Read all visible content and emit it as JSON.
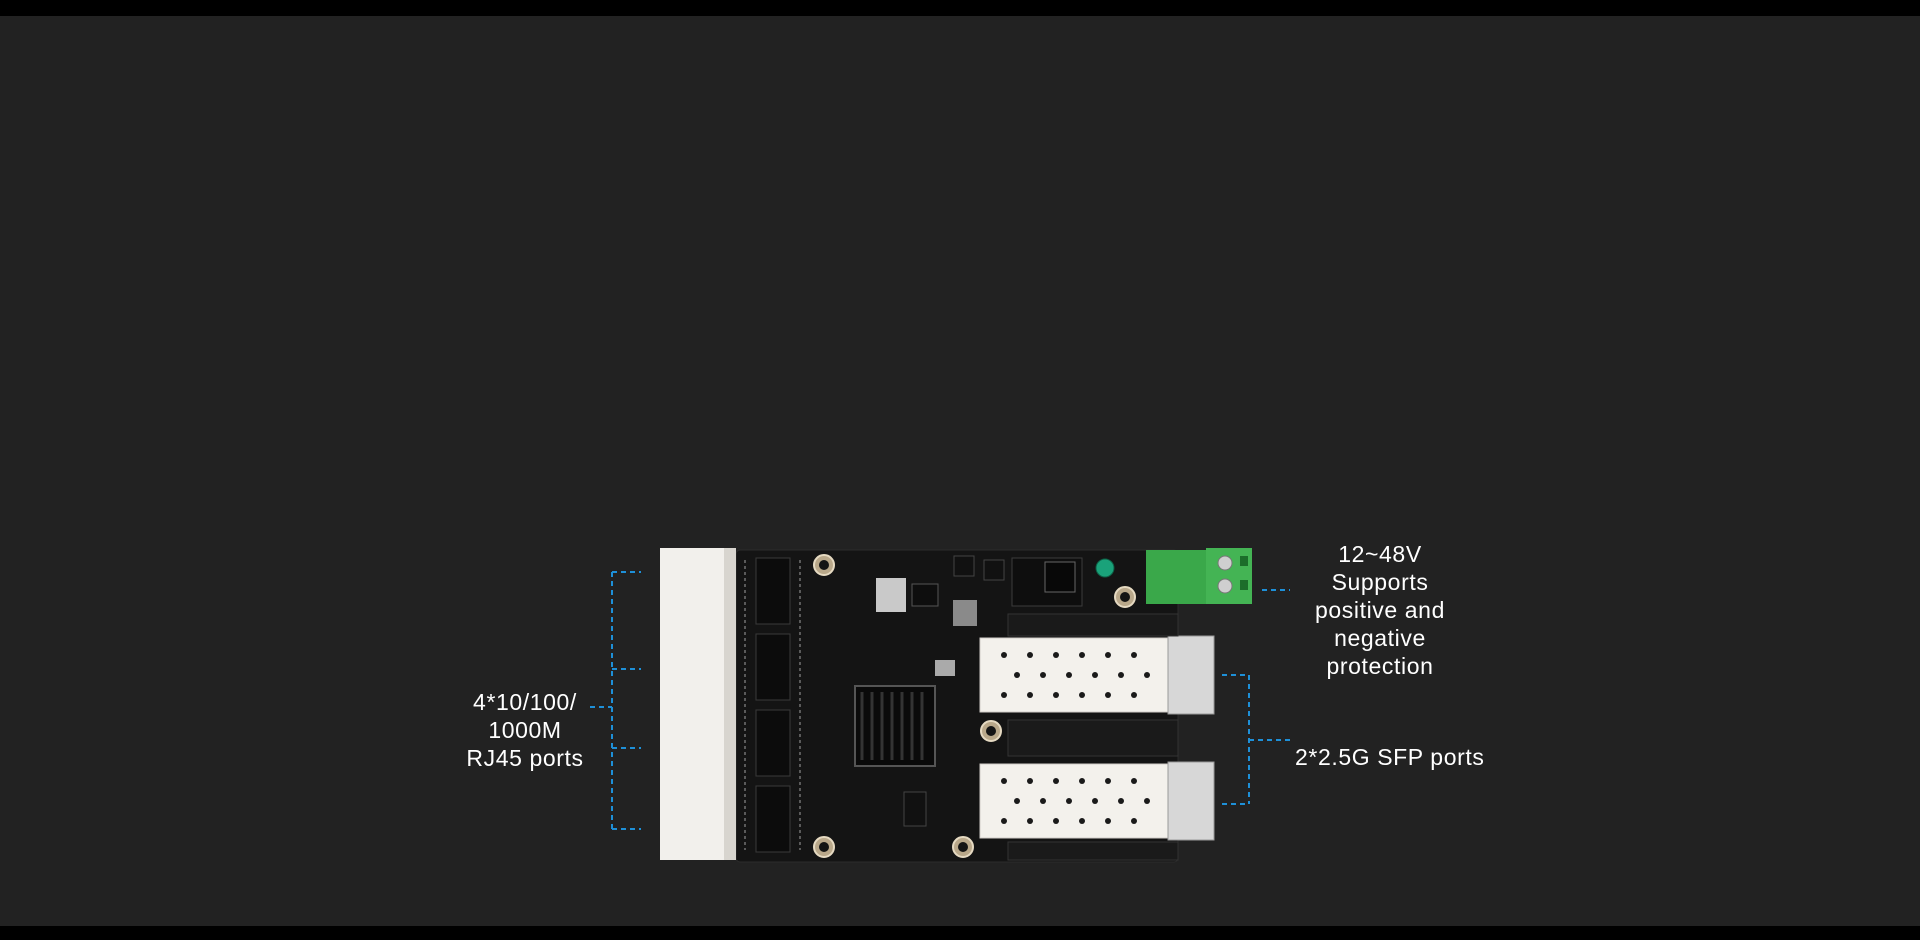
{
  "labels": {
    "rj45": "4*10/100/\n1000M\nRJ45 ports",
    "power": "12~48V\nSupports\npositive and\nnegative\nprotection",
    "sfp": "2*2.5G SFP ports"
  },
  "colors": {
    "background": "#222222",
    "callout_line": "#1e90d8",
    "pcb": "#141414",
    "terminal_block": "#3aa84a",
    "rj45_housing": "#f2f0ec"
  }
}
